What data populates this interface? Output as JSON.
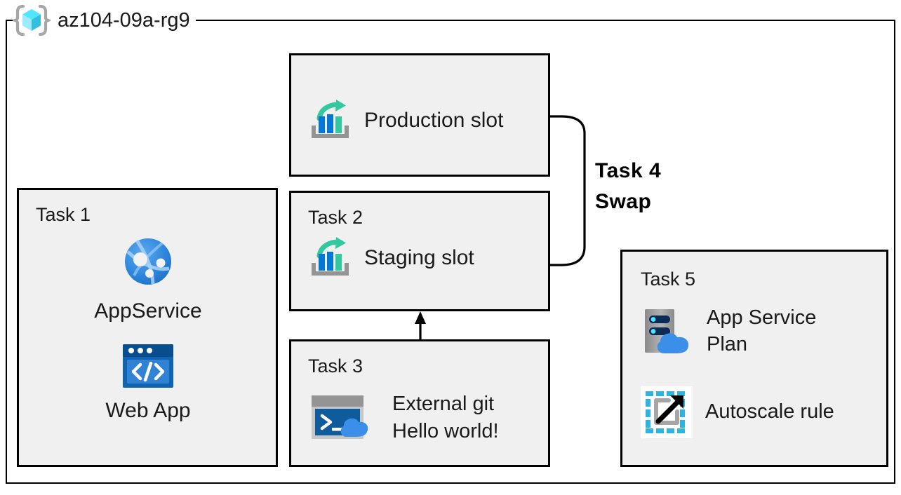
{
  "resource_group": {
    "name": "az104-09a-rg9",
    "icon": "resource-group-cube-icon"
  },
  "boxes": {
    "production": {
      "slot_label": "Production slot",
      "icon": "deployment-slot-icon"
    },
    "task1": {
      "title": "Task 1",
      "items": [
        {
          "label": "AppService",
          "icon": "app-service-globe-icon"
        },
        {
          "label": "Web App",
          "icon": "web-app-browser-icon"
        }
      ]
    },
    "task2": {
      "title": "Task 2",
      "slot_label": "Staging slot",
      "icon": "deployment-slot-icon"
    },
    "task3": {
      "title": "Task 3",
      "label": "External git\nHello world!",
      "icon": "cloud-shell-icon"
    },
    "task5": {
      "title": "Task 5",
      "items": [
        {
          "label": "App Service Plan",
          "icon": "app-service-plan-icon"
        },
        {
          "label": "Autoscale rule",
          "icon": "autoscale-rule-icon"
        }
      ]
    }
  },
  "connectors": {
    "swap": {
      "label": "Task 4\nSwap",
      "from": "Production slot",
      "to": "Staging slot"
    },
    "deploy_arrow": {
      "from": "Task 3",
      "to": "Task 2",
      "icon": "up-arrow-icon"
    }
  },
  "colors": {
    "border": "#000000",
    "box_fill": "#f0f0f0",
    "page_bg": "#ffffff",
    "azure_blue": "#0078d4",
    "teal": "#32c8a0",
    "cube_cyan": "#50e6ff",
    "bracket_gray": "#a0a0a0",
    "server_gray": "#949494",
    "cloud_blue": "#3b8fe8"
  }
}
